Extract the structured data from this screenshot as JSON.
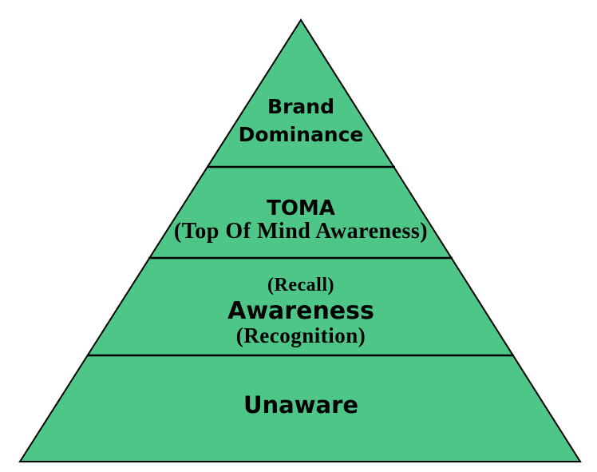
{
  "diagram": {
    "type": "pyramid",
    "orientation": "apex-top",
    "level_count": 4,
    "colors": {
      "fill": "#4EC687",
      "outline": "#000000",
      "text": "#000000",
      "background": "#FFFFFF"
    },
    "levels": [
      {
        "position": "top",
        "title": "Brand Dominance",
        "title_lines": [
          "Brand",
          "Dominance"
        ]
      },
      {
        "position": "second",
        "title": "TOMA",
        "subtitle": "(Top Of Mind Awareness)"
      },
      {
        "position": "third",
        "title": "Awareness",
        "subtitle_above": "(Recall)",
        "subtitle_below": "(Recognition)"
      },
      {
        "position": "bottom",
        "title": "Unaware"
      }
    ]
  }
}
